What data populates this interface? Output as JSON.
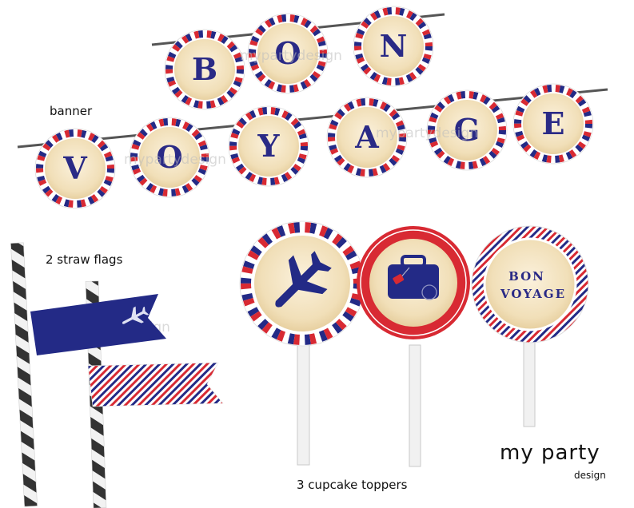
{
  "captions": {
    "banner": "banner",
    "straw_flags": "2 straw flags",
    "cupcake_toppers": "3 cupcake toppers"
  },
  "banner": {
    "row1": [
      "B",
      "O",
      "N"
    ],
    "row2": [
      "V",
      "O",
      "Y",
      "A",
      "G",
      "E"
    ]
  },
  "toppers": {
    "bon_voyage_line1": "BON",
    "bon_voyage_line2": "VOYAGE"
  },
  "brand": {
    "main": "my party",
    "sub": "design"
  },
  "watermark": "mypartydesign",
  "colors": {
    "navy": "#232a86",
    "red": "#d82a33",
    "cream": "#f3e3c0",
    "string": "#555555"
  },
  "icons": [
    "airplane-icon",
    "suitcase-icon"
  ]
}
